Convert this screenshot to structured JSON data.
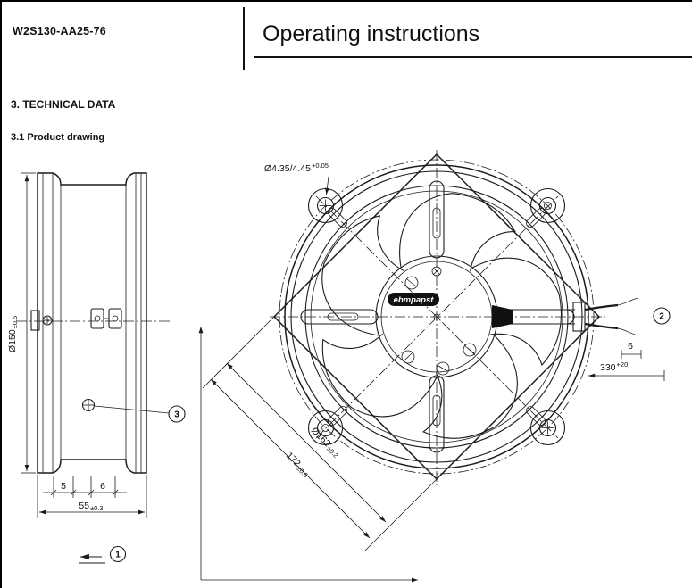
{
  "colors": {
    "ink": "#1c1c1c",
    "paper": "#ffffff"
  },
  "header": {
    "model": "W2S130-AA25-76",
    "title": "Operating instructions"
  },
  "sections": {
    "technical_data": "3. TECHNICAL DATA",
    "product_drawing": "3.1 Product drawing"
  },
  "side_view": {
    "dim_diameter": "Ø150",
    "dim_diameter_tol": "±0.5",
    "dim_flange": "5",
    "dim_terminal": "6",
    "dim_depth": "55",
    "dim_depth_tol": "±0.3",
    "callout_ground_screw": "3",
    "callout_airflow": "1"
  },
  "front_view": {
    "dim_hole": "Ø4.35/4.45",
    "dim_hole_tol": "+0.05",
    "dim_bolt_circle": "Ø162",
    "dim_bolt_circle_tol": "±0.2",
    "dim_outer": "172",
    "dim_outer_tol": "±0.5",
    "logo": "ebmpapst",
    "callout_leads": "2",
    "dim_strip_length": "6",
    "dim_lead_length": "330",
    "dim_lead_length_tol": "+20"
  }
}
